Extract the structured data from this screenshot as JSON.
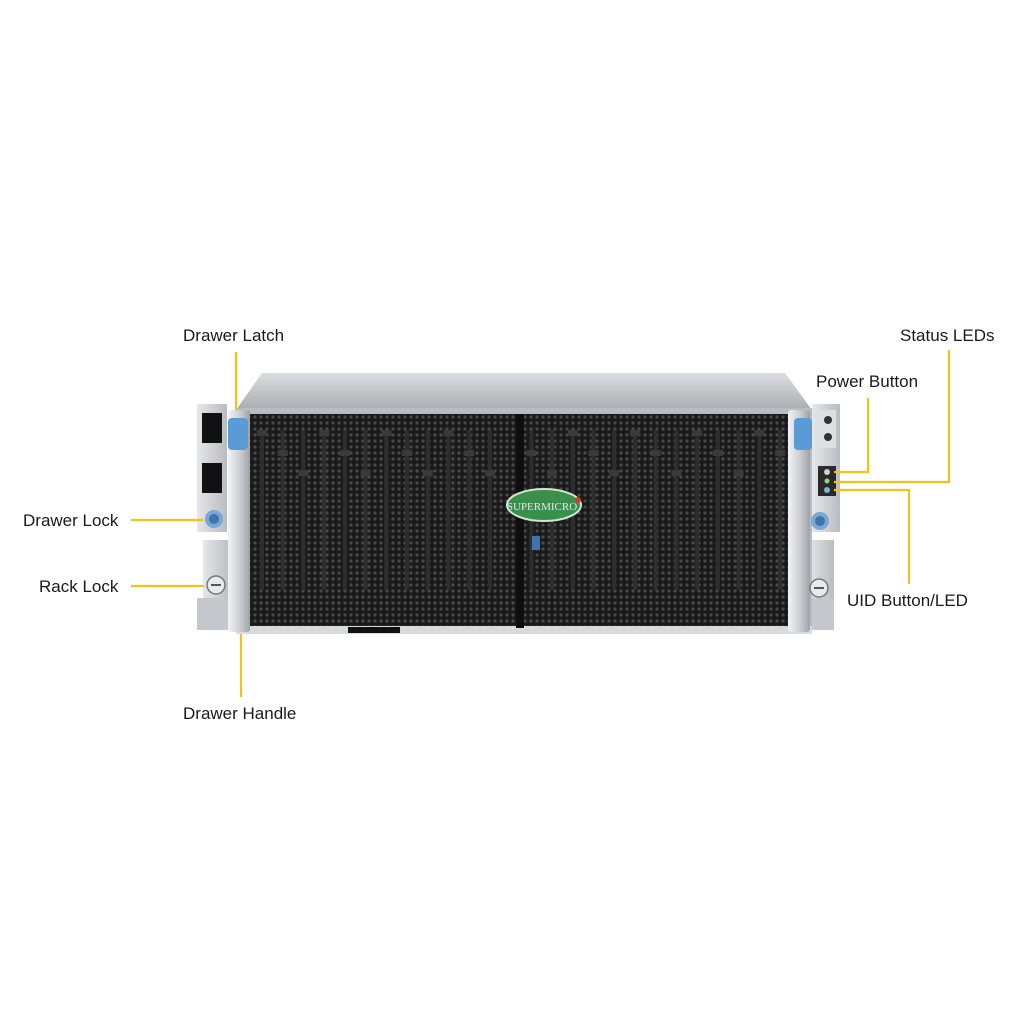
{
  "callouts": {
    "drawer_latch": "Drawer Latch",
    "status_leds": "Status LEDs",
    "power_button": "Power Button",
    "drawer_lock": "Drawer Lock",
    "rack_lock": "Rack Lock",
    "uid_button_led": "UID Button/LED",
    "drawer_handle": "Drawer Handle"
  },
  "brand": {
    "logo_text": "SUPERMICRO"
  },
  "colors": {
    "leader_line": "#f2c21b",
    "latch_blue": "#5b9bd5",
    "chassis_silver": "#c9ccd0",
    "mesh_dark": "#1b1b1b",
    "logo_green": "#3a8f4a"
  }
}
